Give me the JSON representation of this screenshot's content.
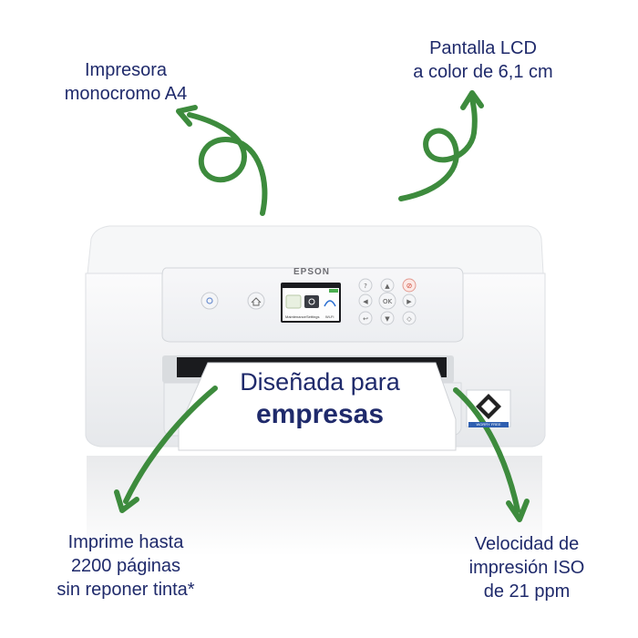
{
  "captions": {
    "top_left": [
      "Impresora",
      "monocromo A4"
    ],
    "top_right": [
      "Pantalla LCD",
      "a color de 6,1 cm"
    ],
    "bottom_left": [
      "Imprime hasta",
      "2200 páginas",
      "sin reponer tinta*"
    ],
    "bottom_right": [
      "Velocidad de",
      "impresión ISO",
      "de 21 ppm"
    ]
  },
  "paper": {
    "line1": "Diseñada para",
    "line2": "empresas"
  },
  "printer": {
    "brand": "EPSON",
    "lcd_labels": [
      "Maintenance",
      "Settings",
      "Wi-Fi"
    ],
    "badge_text": "WORRY FREE"
  },
  "colors": {
    "arrow": "#3d8b3d",
    "text": "#1f2a6b",
    "printer_body": "#f2f3f5",
    "badge": "#2f5fb0"
  }
}
